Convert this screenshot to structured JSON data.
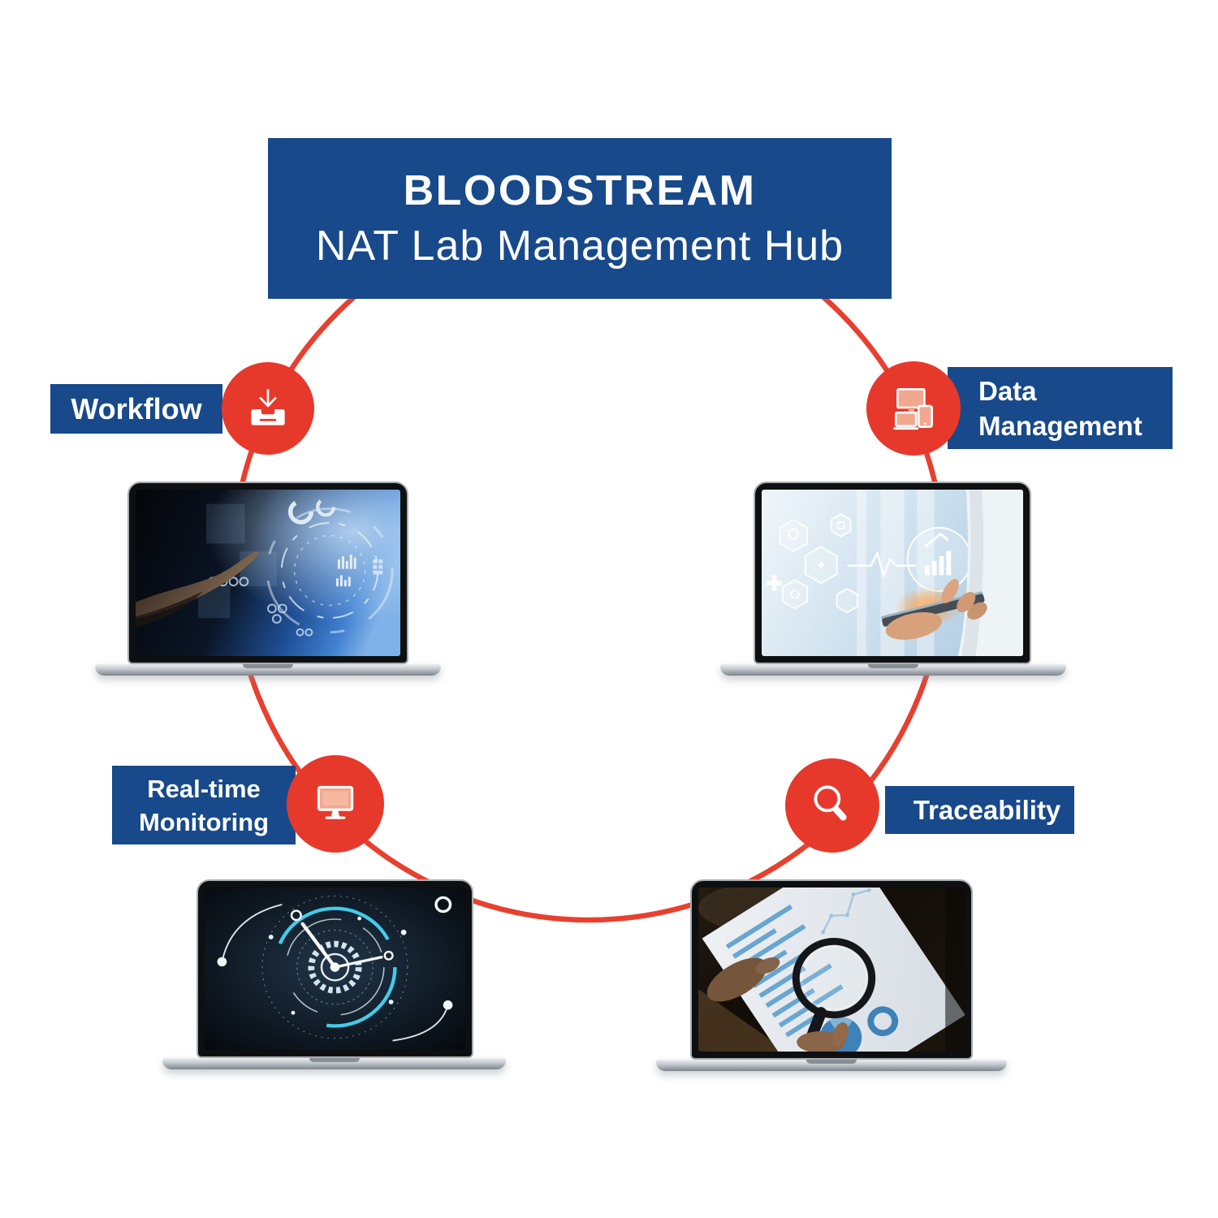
{
  "header": {
    "title": "BLOODSTREAM",
    "subtitle": "NAT Lab Management Hub"
  },
  "nodes": {
    "workflow": {
      "label": "Workflow",
      "icon": "download-tray-icon"
    },
    "data_management": {
      "line1": "Data",
      "line2": "Management",
      "icon": "devices-icon"
    },
    "realtime_monitoring": {
      "line1": "Real-time",
      "line2": "Monitoring",
      "icon": "monitor-icon"
    },
    "traceability": {
      "label": "Traceability",
      "icon": "magnifier-icon"
    }
  },
  "colors": {
    "brand_blue": "#17498b",
    "accent_red": "#e6392c",
    "icon_salmon": "#f2a78e",
    "text_white": "#ffffff"
  }
}
